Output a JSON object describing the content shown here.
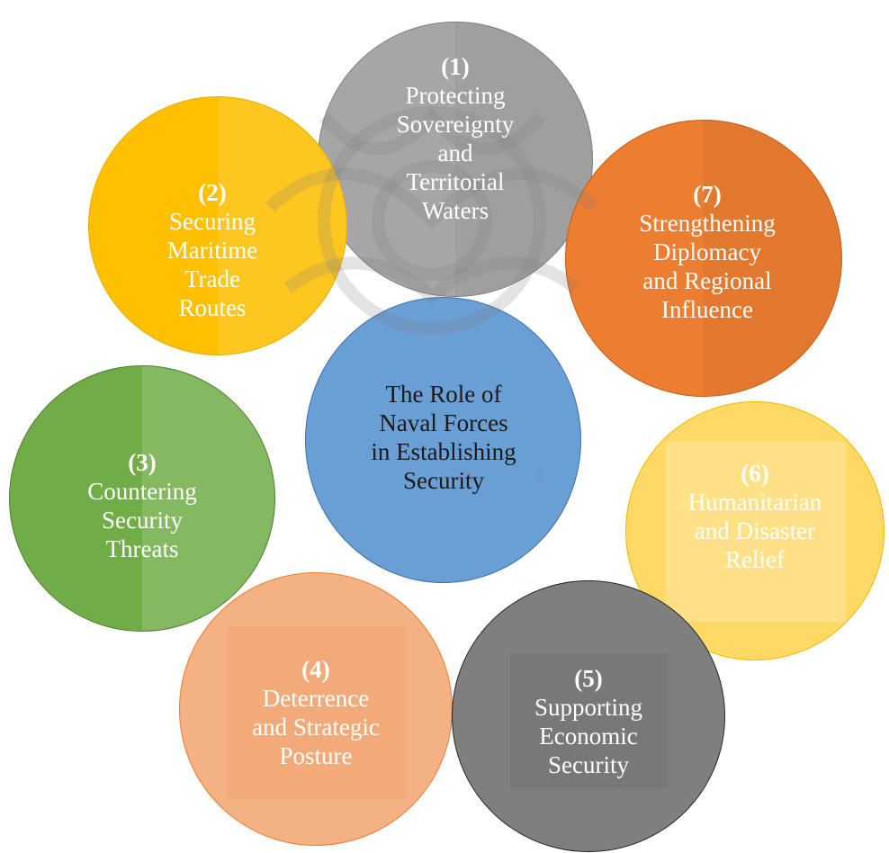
{
  "center": {
    "lines": [
      "The Role of",
      "Naval Forces",
      "in Establishing",
      "Security"
    ],
    "color": "#6a9fd6",
    "border": "#3d6ea8",
    "text_color": "#1a1a1a"
  },
  "nodes": [
    {
      "number": "(1)",
      "lines": [
        "Protecting",
        "Sovereignty",
        "and",
        "Territorial",
        "Waters"
      ],
      "color": "#a6a6a6",
      "border": "#7f7f7f",
      "text_color": "#ffffff"
    },
    {
      "number": "(2)",
      "lines": [
        "Securing",
        "Maritime",
        "Trade",
        "Routes"
      ],
      "color": "#fec000",
      "border": "#e6ad00",
      "text_color": "#ffffff"
    },
    {
      "number": "(3)",
      "lines": [
        "Countering",
        "Security",
        "Threats"
      ],
      "color": "#70ad47",
      "border": "#507e32",
      "text_color": "#ffffff"
    },
    {
      "number": "(4)",
      "lines": [
        "Deterrence",
        "and Strategic",
        "Posture"
      ],
      "color": "#f4b183",
      "border": "#ed7d31",
      "text_color": "#ffffff"
    },
    {
      "number": "(5)",
      "lines": [
        "Supporting",
        "Economic",
        "Security"
      ],
      "color": "#7f7f7f",
      "border": "#262626",
      "text_color": "#ffffff"
    },
    {
      "number": "(6)",
      "lines": [
        "Humanitarian",
        "and Disaster",
        "Relief"
      ],
      "color": "#ffd966",
      "border": "#f2b800",
      "text_color": "#ffffff"
    },
    {
      "number": "(7)",
      "lines": [
        "Strengthening",
        "Diplomacy",
        "and Regional",
        "Influence"
      ],
      "color": "#ed7d31",
      "border": "#c55a11",
      "text_color": "#ffffff"
    }
  ]
}
